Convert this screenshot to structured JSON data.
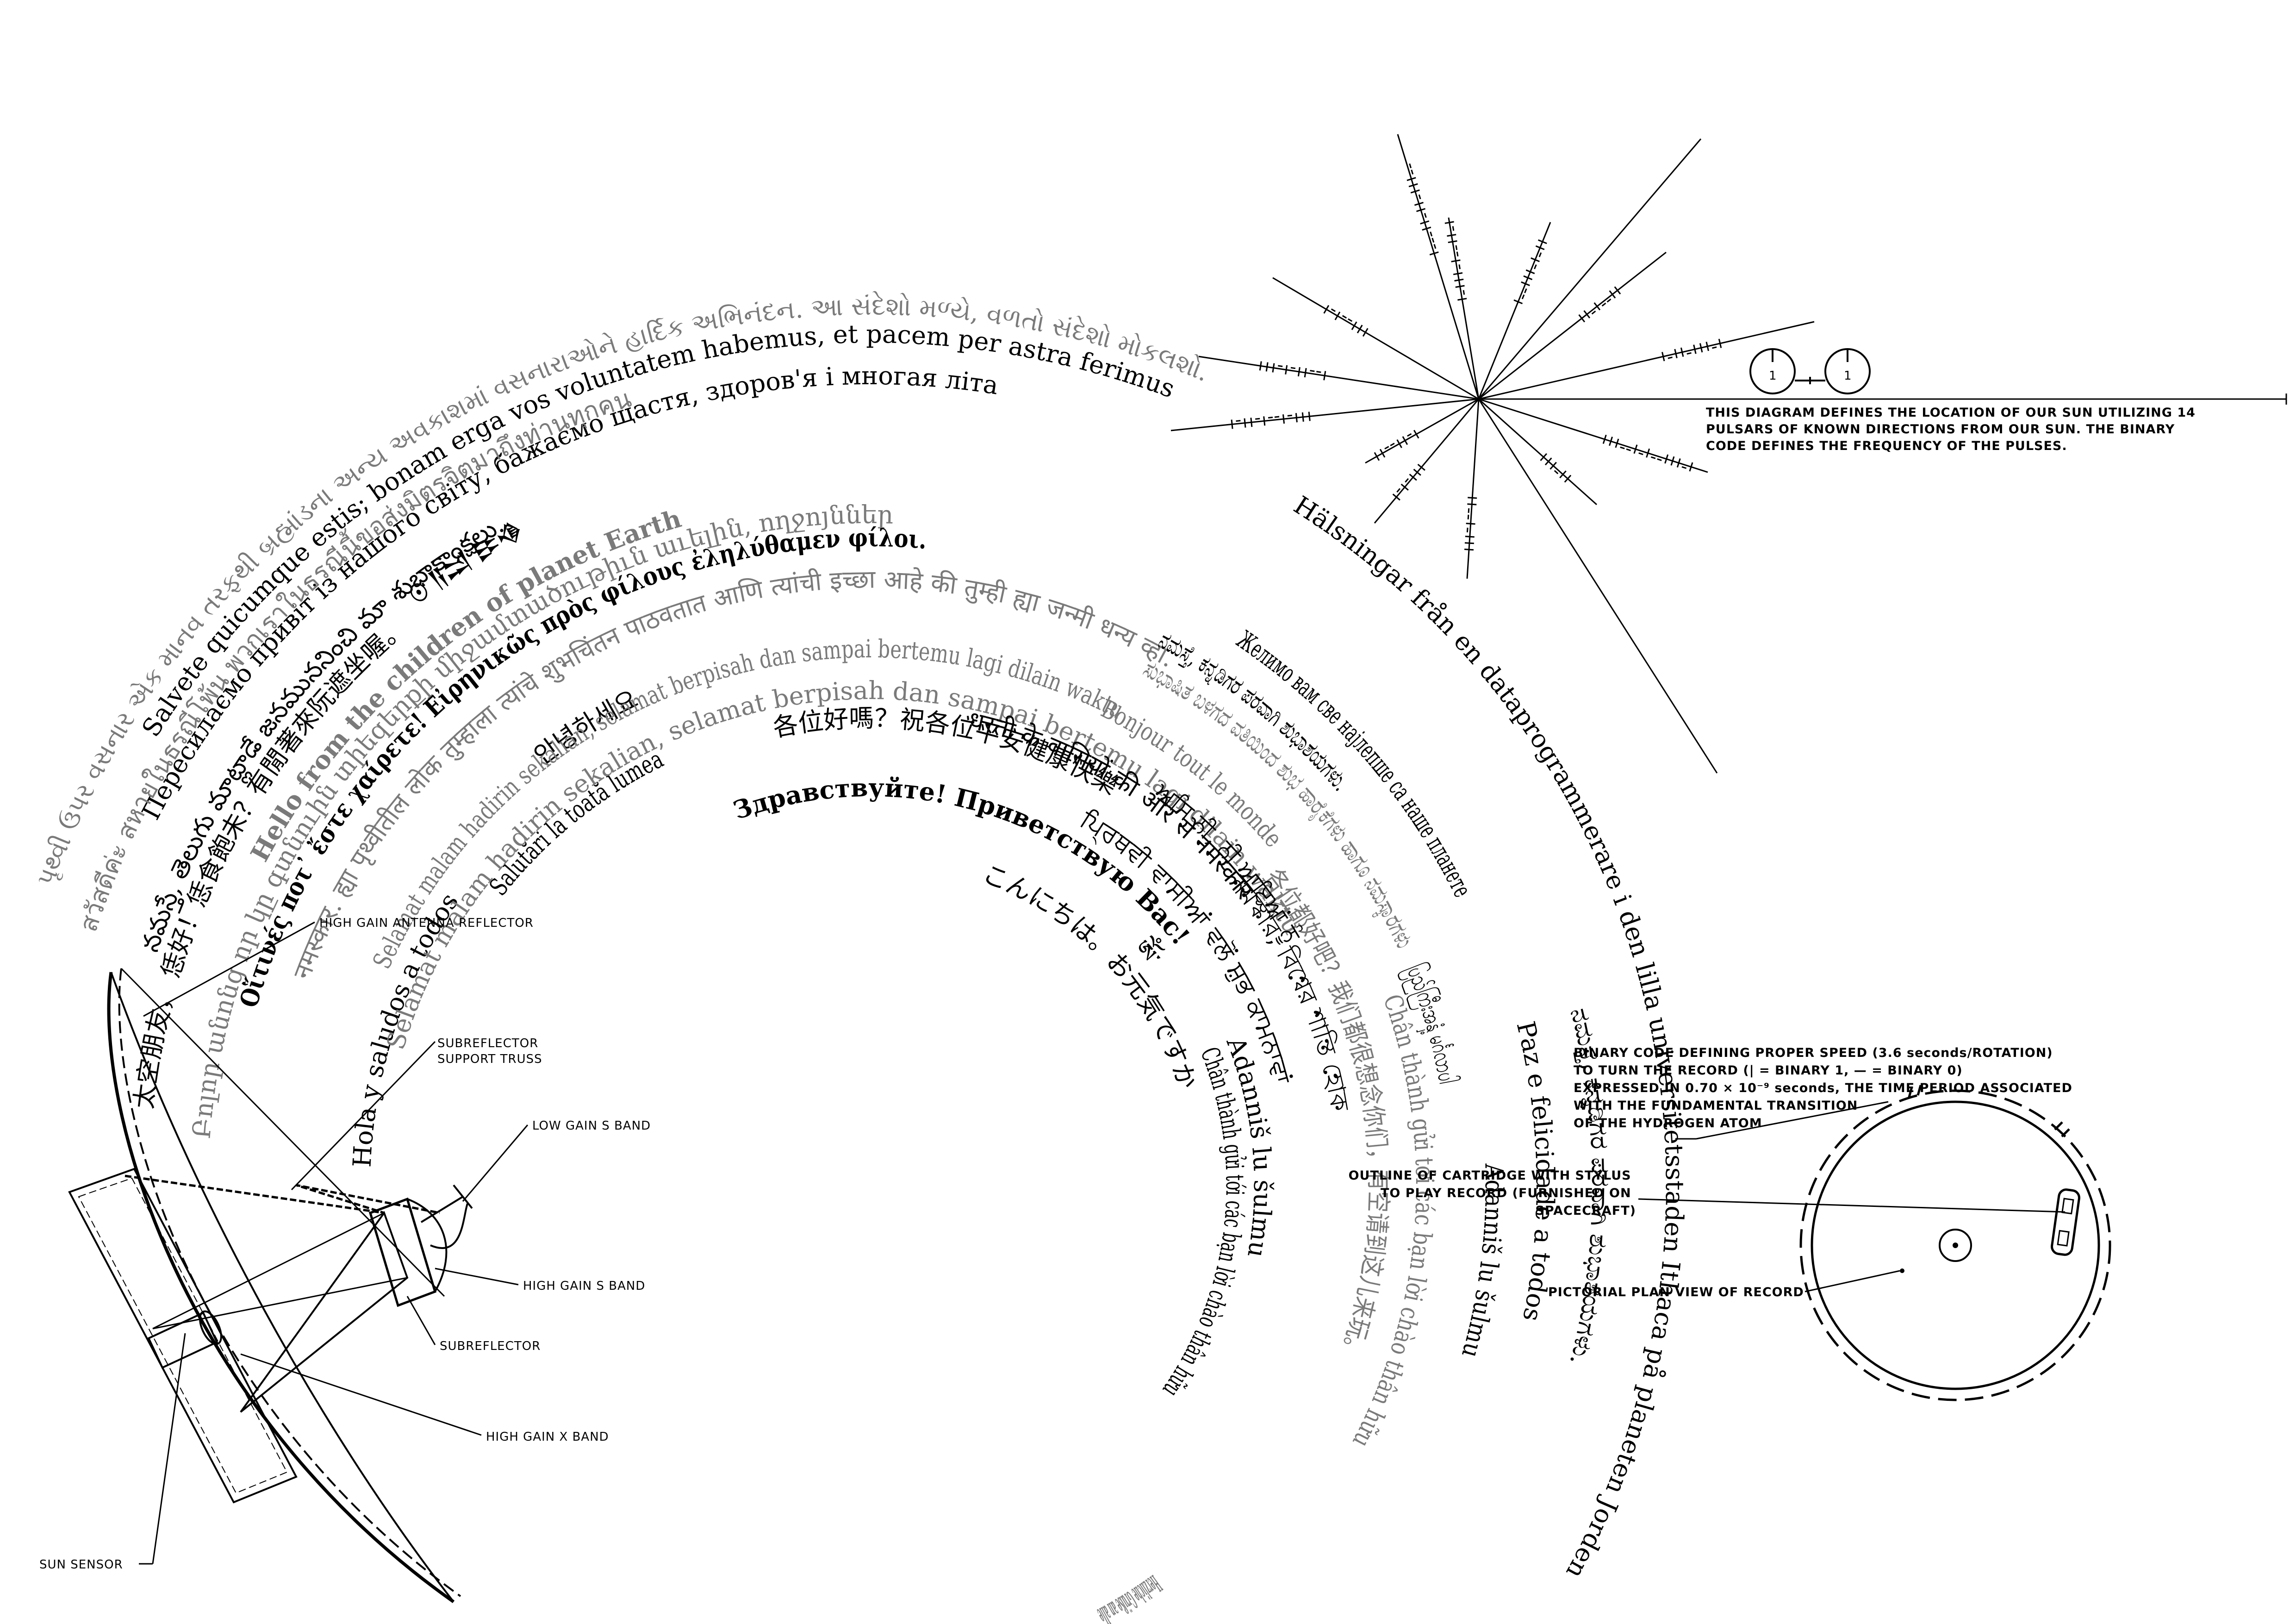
{
  "colors": {
    "ink": "#000000",
    "gray": "#7a7a7a",
    "background": "#ffffff"
  },
  "greetings": [
    {
      "text": "Salvete quicumque estis; bonam erga vos voluntatem habemus, et pacem per astra ferimus",
      "tone": "ink",
      "bold": false
    },
    {
      "text": "પૃથ્વી ઉપર વસનાર એક માનવ તરફથી બ્રહ્માંડના અન્ય અવકાશમાં વસનારાઓને હાર્દિક અભિનંદન. આ સંદેશો મળ્યે, વળતો સંદેશો મોકલશો.",
      "tone": "gray",
      "bold": false
    },
    {
      "text": "Пересилаємо привіт із нашого світу, бажаємо щастя, здоров'я і многая літа",
      "tone": "ink",
      "bold": false
    },
    {
      "text": "สวัสดีค่ะ สหายในธรณีโพ้น พวกเราในธรณีนี้ขอส่งมิตรจิตมาถึงท่านทุกคน",
      "tone": "gray",
      "bold": false
    },
    {
      "text": "నమస్తే, తెలుగు మాట్లాడే జనముననించి మా శుభాకాంక్షలు.",
      "tone": "ink",
      "bold": false
    },
    {
      "text": "Hello from the children of planet Earth",
      "tone": "gray",
      "bold": true
    },
    {
      "text": "太空朋友，  恁好！恁食飽未？有閒著來阮遮坐喔。",
      "tone": "ink",
      "bold": false
    },
    {
      "text": "Բոլոր անոնց որ կը գտնուին տիեզերքի միջամտածութիւն աւելին, ողջոյններ",
      "tone": "gray",
      "bold": false
    },
    {
      "text": "Οἵτινές ποτ᾽ ἔστε χαίρετε! Εἰρηνικῶς πρὸς φίλους ἐληλύθαμεν φίλοι.",
      "tone": "ink",
      "bold": true
    },
    {
      "text": "नमस्कार. ह्या पृथ्वीतील लोक तुम्हाला त्यांचे शुभचिंतन पाठवतात आणि त्यांची इच्छा आहे की तुम्ही ह्या जन्मी धन्य व्हा.",
      "tone": "gray",
      "bold": false
    },
    {
      "text": "안녕하세요",
      "tone": "ink",
      "bold": false
    },
    {
      "text": "Selamat malam hadirin sekalian, selamat berpisah dan sampai bertemu lagi dilain waktu",
      "tone": "gray",
      "bold": false
    },
    {
      "text": "Salutări la toată lumea",
      "tone": "ink",
      "bold": false
    },
    {
      "text": "Hola y saludos a todos",
      "tone": "ink",
      "bold": false
    },
    {
      "text": "Selamat malam hadirin sekalian, selamat berpisah dan sampai bertemu lagi dilain waktu",
      "tone": "gray",
      "bold": false
    },
    {
      "text": "Herzliche Grüße an alle",
      "tone": "gray",
      "bold": true
    },
    {
      "text": "Здравствуйте! Приветствую Вас!",
      "tone": "ink",
      "bold": true
    },
    {
      "text": "こんにちは。お元気ですか",
      "tone": "ink",
      "bold": false
    },
    {
      "text": "Chân thành gửi tới các bạn lời chào thân hữu",
      "tone": "ink",
      "bold": false
    },
    {
      "text": "各位好嗎？祝各位平安健康快樂",
      "tone": "ink",
      "bold": false
    },
    {
      "text": "धरती के वासियों की ओर से नमस्कार",
      "tone": "ink",
      "bold": false
    },
    {
      "text": "Bonjour tout le monde",
      "tone": "gray",
      "bold": false
    },
    {
      "text": "Chân thành gửi tới các bạn lời chào thân hữu",
      "tone": "gray",
      "bold": false
    },
    {
      "text": "ਪ੍ਰਿਥਵੀ ਵਾਸੀਆਂ ਵਲੋਂ ਸ਼ੁਭ ਕਾਮਨਾਵਾਂ",
      "tone": "ink",
      "bold": false
    },
    {
      "text": "Adanniš lu šulmu",
      "tone": "ink",
      "bold": false
    },
    {
      "text": "ಸುಭಾಷಿತ ಬಳಗದ ವತಿಯಿಂದ ಶುಭ ಹಾರೈಕೆಗಳು ಹಾಗೂ ನಮಸ್ಕಾರಗಳು",
      "tone": "gray",
      "bold": false
    },
    {
      "text": "ನಮಸ್ತೆ, ಕನ್ನಡಿಗರ ಪರವಾಗಿ ಶುಭಾಶಯಗಳು.",
      "tone": "ink",
      "bold": false
    },
    {
      "text": "各位都好吧？我们都很想念你们，有空请到这儿来玩。",
      "tone": "gray",
      "bold": false
    },
    {
      "text": "নমস্কার, বিশ্বের শান্তি হোক",
      "tone": "ink",
      "bold": false
    },
    {
      "text": "ਅਸਿ ਨੀ, ਨੀ ਆਇਆਂ ਨੂੰ",
      "tone": "ink",
      "bold": false
    },
    {
      "text": "Желимо вам све најлепше са наше планете",
      "tone": "ink",
      "bold": false
    },
    {
      "text": "ပြည်ကြီးအနှံ့ မင်္ဂလာပါ",
      "tone": "ink",
      "bold": false
    },
    {
      "text": "Adanniš lu šulmu",
      "tone": "ink",
      "bold": false
    },
    {
      "text": "Hälsningar från en dataprogrammerare i den lilla universitetsstaden Ithaca på planeten Jorden",
      "tone": "ink",
      "bold": false
    },
    {
      "text": "Paz e felicidade a todos",
      "tone": "ink",
      "bold": false
    },
    {
      "text": "ನಮಸ್ತೆ, ಕನ್ನಡಿಗರ ಪರವಾಗಿ ಶುಭಾಶಯಗಳು.",
      "tone": "ink",
      "bold": false
    },
    {
      "text": "ཨོཾ་",
      "tone": "ink",
      "bold": false
    },
    {
      "text": "☉ 𒀀𒁺 𒄿𒈾",
      "tone": "ink",
      "bold": true
    }
  ],
  "pulsar_map": {
    "caption": "THIS DIAGRAM DEFINES THE LOCATION OF OUR SUN UTILIZING 14 PULSARS OF KNOWN DIRECTIONS FROM OUR SUN. THE BINARY CODE DEFINES THE FREQUENCY OF THE PULSES.",
    "caption_lines": [
      "THIS DIAGRAM DEFINES THE LOCATION OF OUR SUN UTILIZING 14",
      "PULSARS OF KNOWN DIRECTIONS FROM OUR SUN. THE BINARY",
      "CODE DEFINES THE FREQUENCY OF THE PULSES."
    ],
    "hydrogen_symbol": "hydrogen-atom-transition-icon",
    "pulsar_count": 14
  },
  "record": {
    "binary_label_lines": [
      "BINARY CODE DEFINING PROPER SPEED (3.6 seconds/ROTATION)",
      "TO TURN THE RECORD (| = BINARY 1, — = BINARY 0)",
      "EXPRESSED IN 0.70 × 10⁻⁹ seconds, THE TIME PERIOD ASSOCIATED",
      "WITH THE FUNDAMENTAL TRANSITION",
      "OF THE HYDROGEN ATOM"
    ],
    "cartridge_label_lines": [
      "OUTLINE OF CARTRIDGE WITH STYLUS",
      "TO PLAY RECORD (FURNISHED ON",
      "SPACECRAFT)"
    ],
    "plan_view_label": "PICTORIAL PLAN VIEW OF RECORD"
  },
  "spacecraft": {
    "labels": {
      "antenna": "HIGH GAIN ANTENNA REFLECTOR",
      "subreflector_truss_1": "SUBREFLECTOR",
      "subreflector_truss_2": "SUPPORT TRUSS",
      "low_gain": "LOW GAIN S BAND",
      "high_gain_s": "HIGH GAIN S BAND",
      "subreflector": "SUBREFLECTOR",
      "high_gain_x": "HIGH GAIN X BAND",
      "sun_sensor": "SUN SENSOR"
    }
  }
}
